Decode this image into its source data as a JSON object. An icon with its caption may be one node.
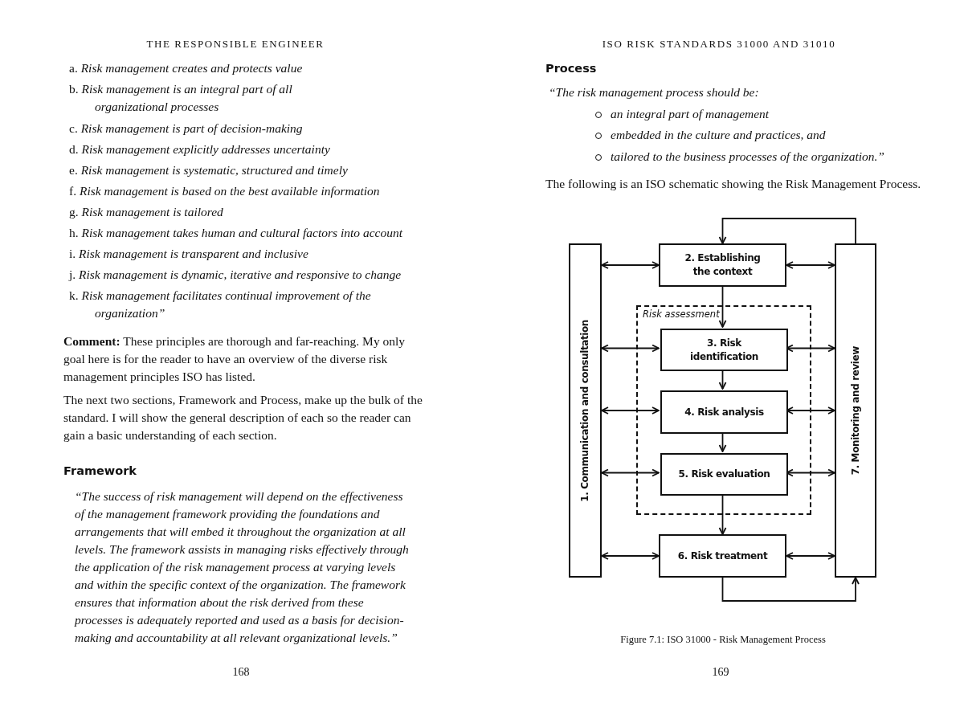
{
  "diagram": {
    "caption": "Figure 7.1: ISO 31000 - Risk Management Process",
    "nodes": [
      {
        "text": [
          "1. Communication and consultation"
        ]
      },
      {
        "text": [
          "2. Establishing the context"
        ]
      },
      {
        "text": [
          "Risk assessment"
        ]
      },
      {
        "text": [
          "3. Risk identification"
        ],
        "in": 2
      },
      {
        "text": [
          "4. Risk analysis"
        ],
        "in": 2
      },
      {
        "text": [
          "5. Risk evaluation"
        ],
        "in": 2
      },
      {
        "text": [
          "6. Risk treatment"
        ]
      },
      {
        "text": [
          "7. Monitoring and review"
        ]
      }
    ],
    "edges": [
      {
        "from": 0,
        "to": 1,
        "arrow": "both"
      },
      {
        "from": 1,
        "to": 7,
        "arrow": "both"
      },
      {
        "from": 1,
        "to": 3,
        "arrow": "to"
      },
      {
        "from": 0,
        "to": 3,
        "arrow": "both"
      },
      {
        "from": 3,
        "to": 7,
        "arrow": "both"
      },
      {
        "from": 3,
        "to": 4,
        "arrow": "to"
      },
      {
        "from": 0,
        "to": 4,
        "arrow": "both"
      },
      {
        "from": 4,
        "to": 7,
        "arrow": "both"
      },
      {
        "from": 4,
        "to": 5,
        "arrow": "to"
      },
      {
        "from": 0,
        "to": 5,
        "arrow": "both"
      },
      {
        "from": 5,
        "to": 7,
        "arrow": "both"
      },
      {
        "from": 5,
        "to": 6,
        "arrow": "to"
      },
      {
        "from": 0,
        "to": 6,
        "arrow": "both"
      },
      {
        "from": 6,
        "to": 7,
        "arrow": "both"
      },
      {
        "from": 7,
        "to": 1,
        "arrow": "to"
      },
      {
        "from": 6,
        "to": 7,
        "arrow": "to"
      }
    ],
    "labels": [
      "THE RESPONSIBLE ENGINEER",
      "a. *Risk management creates and protects value*",
      "b. *Risk management is an integral part of all organizational processes*",
      "c. *Risk management is part of decision-making*",
      "d. *Risk management explicitly addresses uncertainty*",
      "e. *Risk management is systematic, structured and timely*",
      "f. *Risk management is based on the best available information*",
      "g. *Risk management is tailored*",
      "h. *Risk management takes human and cultural factors into account*",
      "i. *Risk management is transparent and inclusive*",
      "j. *Risk management is dynamic, iterative and responsive to change*",
      "k. *Risk management facilitates continual improvement of the organization”*",
      "**Comment:** These principles are thorough and far-reaching. My only goal here is for the reader to have an overview of the diverse risk management principles ISO has listed.",
      "The next two sections, Framework and Process, make up the bulk of the standard. I will show the general description of each so the reader can gain a basic understanding of each section.",
      "Framework",
      "“The success of risk management will depend on the effectiveness of the management framework providing the foundations and arrangements that will embed it throughout the organization at all levels. The framework assists in managing risks effectively through the application of the risk management process at varying levels and within the specific context of the organization. The framework ensures that information about the risk derived from these processes is adequately reported and used as a basis for decision-making and accountability at all relevant organizational levels.”",
      "168",
      "ISO RISK STANDARDS 31000 AND 31010",
      "Process",
      "“The risk management process should be:",
      "an integral part of management",
      "embedded in the culture and practices, and",
      "tailored to the business processes of the organization.”",
      "The following is an ISO schematic showing the Risk Management Process.",
      "169"
    ]
  }
}
